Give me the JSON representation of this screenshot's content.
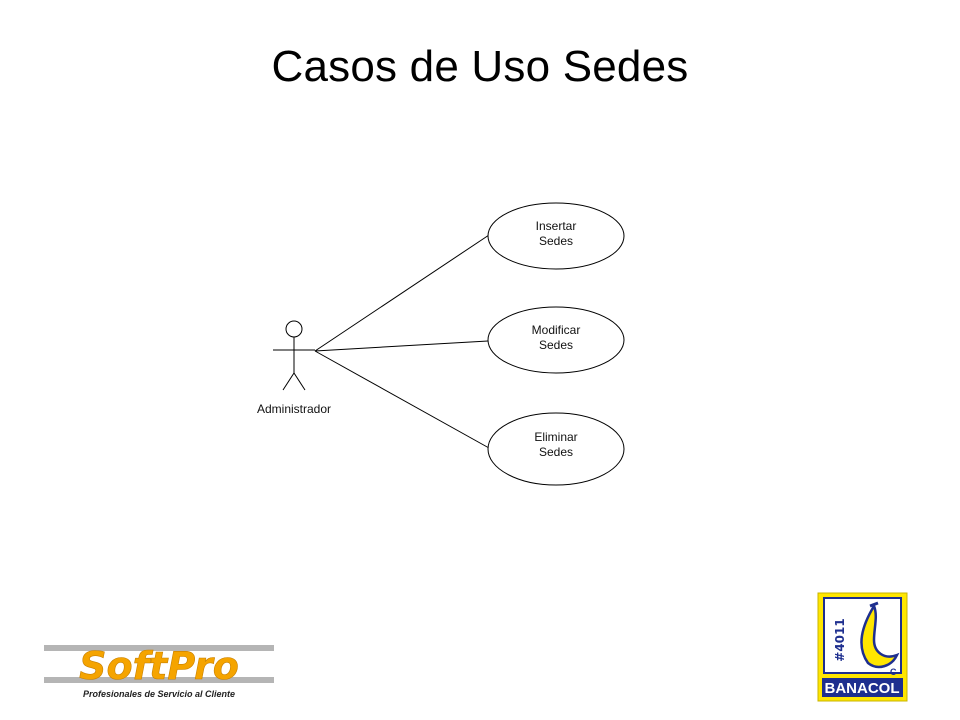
{
  "slide": {
    "title": "Casos de Uso Sedes"
  },
  "actor": {
    "name": "Administrador"
  },
  "use_cases": [
    {
      "line1": "Insertar",
      "line2": "Sedes"
    },
    {
      "line1": "Modificar",
      "line2": "Sedes"
    },
    {
      "line1": "Eliminar",
      "line2": "Sedes"
    }
  ],
  "logos": {
    "softpro": {
      "wordmark": "SoftPro",
      "tagline": "Profesionales de Servicio al Cliente"
    },
    "banacol": {
      "code": "#4011",
      "name": "BANACOL",
      "mark": "C"
    }
  },
  "colors": {
    "logo_orange": "#f5a400",
    "logo_yellow": "#ffe600",
    "logo_blue": "#1e2f8f"
  }
}
